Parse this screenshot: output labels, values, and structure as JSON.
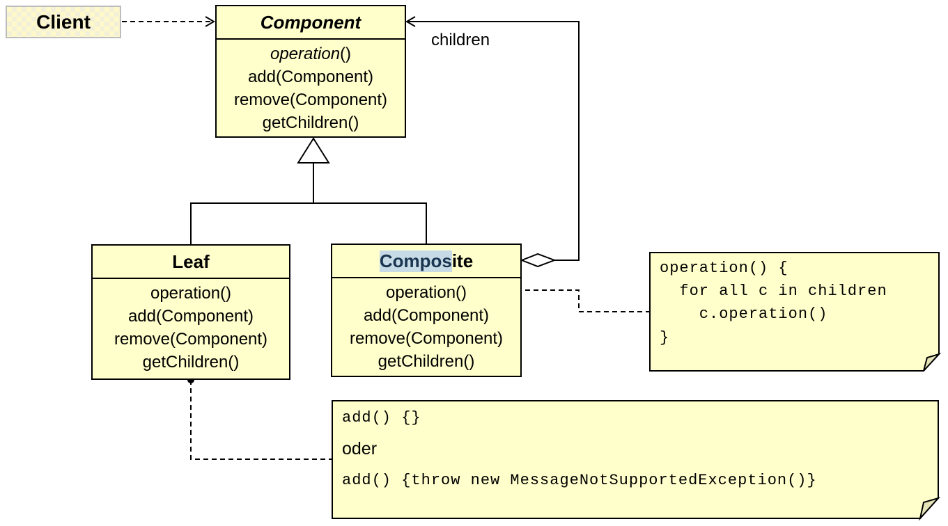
{
  "client": {
    "name": "Client"
  },
  "component": {
    "name": "Component",
    "operations": [
      "operation()",
      "add(Component)",
      "remove(Component)",
      "getChildren()"
    ],
    "abstract_operation_name": "operation",
    "abstract_operation_suffix": "()"
  },
  "leaf": {
    "name": "Leaf",
    "operations": [
      "operation()",
      "add(Component)",
      "remove(Component)",
      "getChildren()"
    ]
  },
  "composite": {
    "name_highlighted": "Compos",
    "name_rest": "ite",
    "operations": [
      "operation()",
      "add(Component)",
      "remove(Component)",
      "getChildren()"
    ]
  },
  "association_label": "children",
  "note_operation": {
    "lines": [
      "operation() {",
      "  for all c in children",
      "    c.operation()",
      "}"
    ]
  },
  "note_add": {
    "line1": "add() {}",
    "line2": "oder",
    "line3": "add() {throw new MessageNotSupportedException()}"
  },
  "colors": {
    "class_fill": "#ffffcc",
    "highlight": "#c6dbe6",
    "stroke": "#000000"
  }
}
